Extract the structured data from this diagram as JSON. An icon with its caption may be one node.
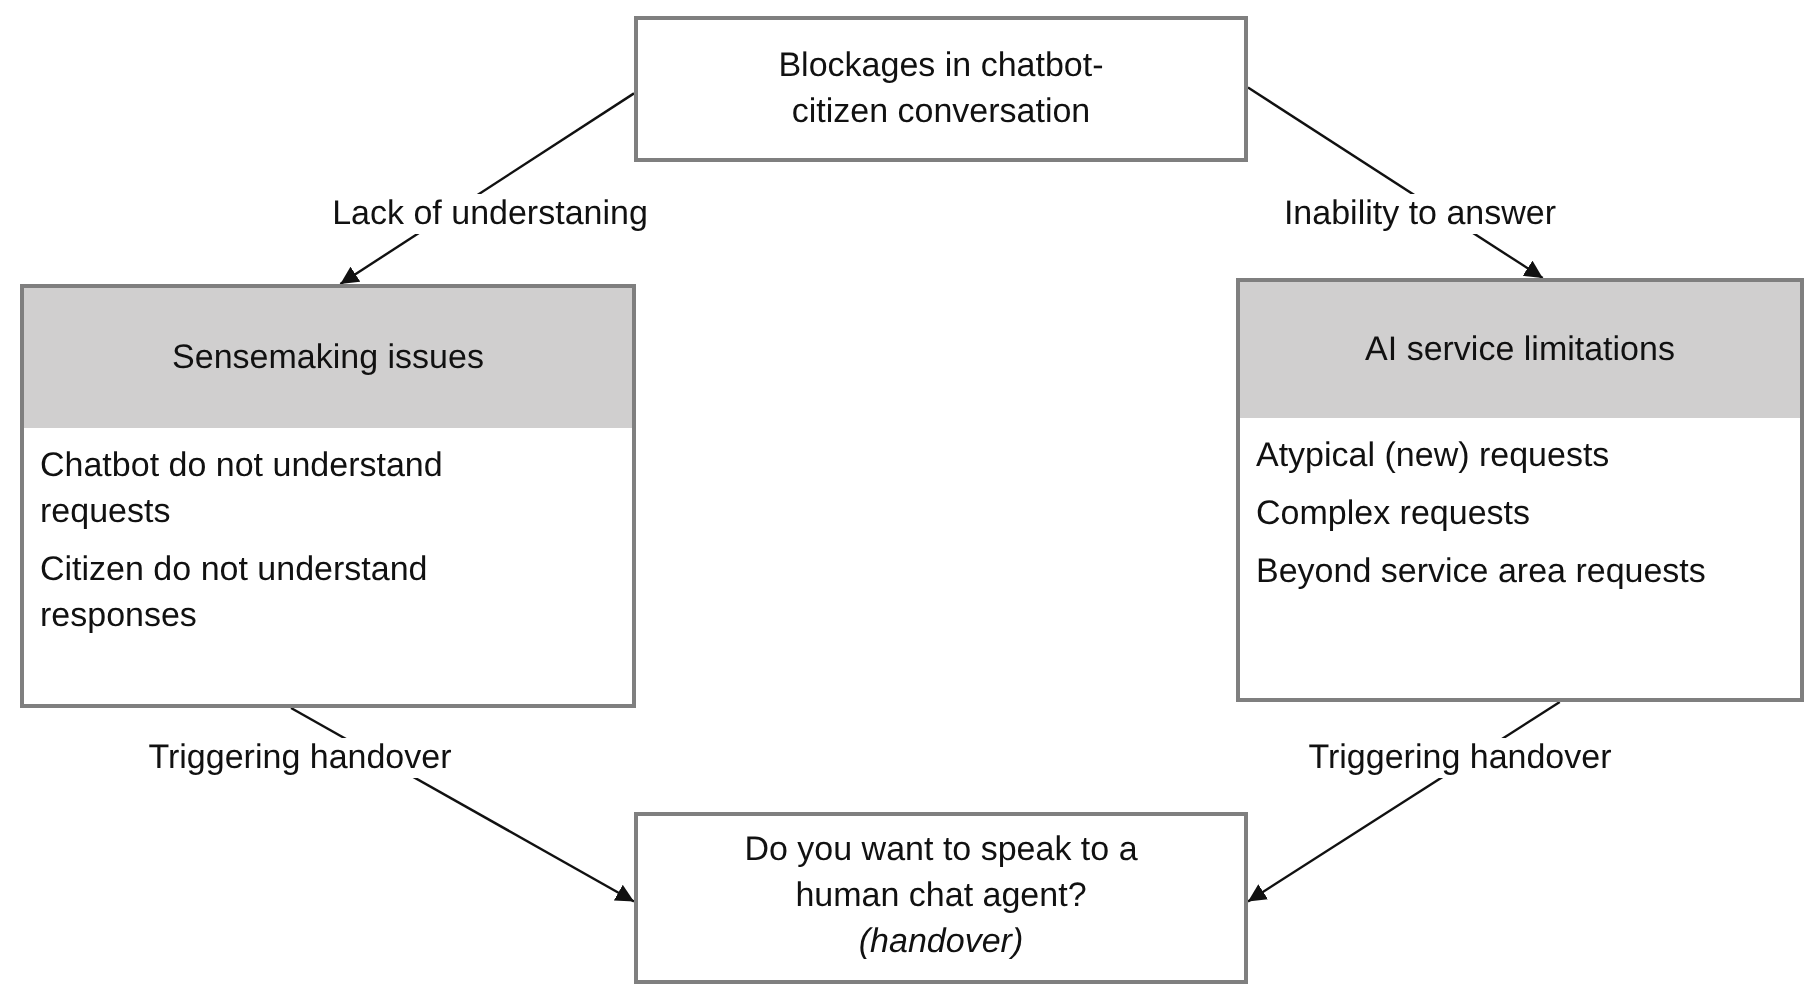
{
  "diagram": {
    "nodes": [
      {
        "text": [
          "Blockages in chatbot-citizen conversation"
        ]
      },
      {
        "text": [
          "Sensemaking issues",
          "Chatbot do not understand requests",
          "Citizen do not understand responses"
        ]
      },
      {
        "text": [
          "AI service limitations",
          "Atypical (new) requests",
          "Complex requests",
          "Beyond service area requests"
        ]
      },
      {
        "text": [
          "Do you want to speak to a human chat agent?",
          "(handover)"
        ]
      }
    ],
    "edges": [
      {
        "from": 0,
        "to": 1,
        "arrow": "to",
        "label": "Lack of understaning"
      },
      {
        "from": 0,
        "to": 2,
        "arrow": "to",
        "label": "Inability to answer"
      },
      {
        "from": 1,
        "to": 3,
        "arrow": "to",
        "label": "Triggering handover"
      },
      {
        "from": 2,
        "to": 3,
        "arrow": "to",
        "label": "Triggering handover"
      }
    ]
  }
}
